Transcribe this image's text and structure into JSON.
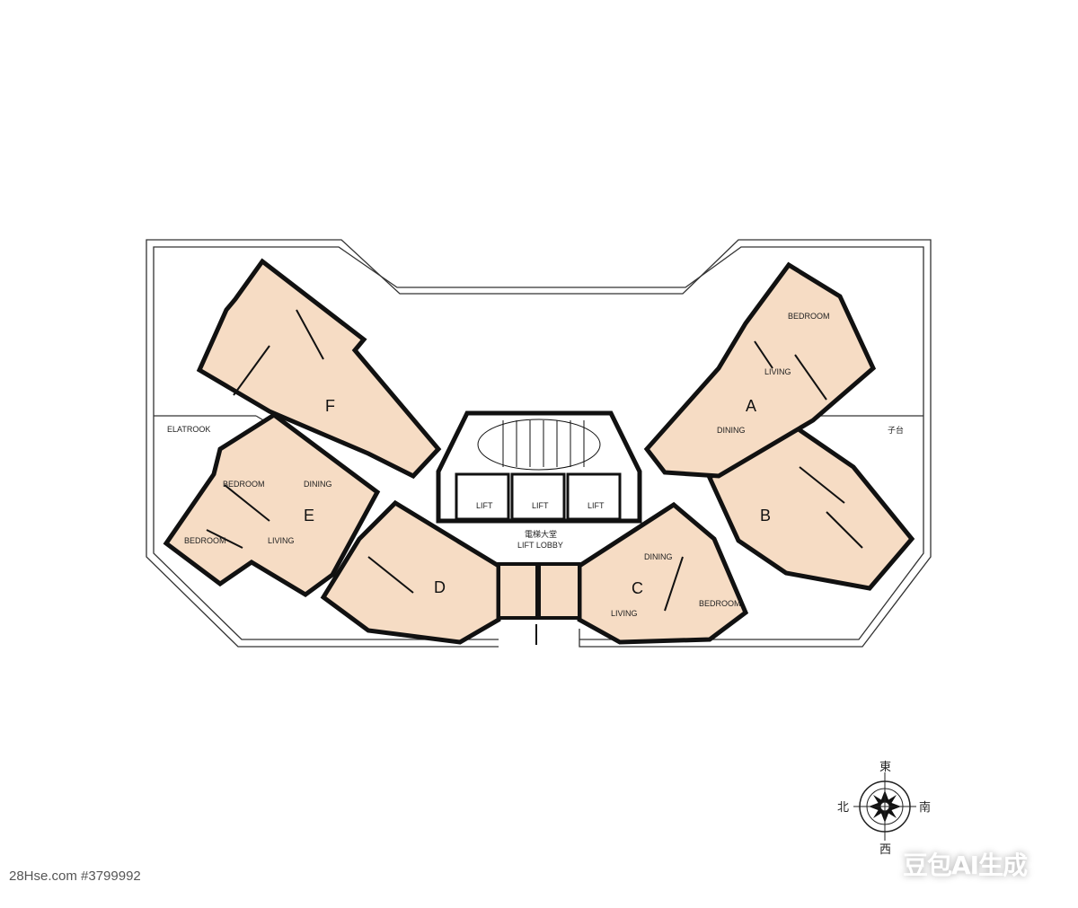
{
  "colors": {
    "unit_fill": "#f6dcc4",
    "wall": "#111111",
    "background": "#ffffff"
  },
  "units": {
    "A": {
      "letter": "A",
      "rooms": [
        "BEDROOM",
        "LIVING",
        "DINING"
      ]
    },
    "B": {
      "letter": "B"
    },
    "C": {
      "letter": "C",
      "rooms": [
        "DINING",
        "BEDROOM",
        "LIVING"
      ]
    },
    "D": {
      "letter": "D"
    },
    "E": {
      "letter": "E",
      "rooms": [
        "BEDROOM",
        "DINING",
        "BEDROOM",
        "LIVING"
      ]
    },
    "F": {
      "letter": "F"
    }
  },
  "flat_roof_left": "ELATROOK",
  "flat_roof_right": "子台",
  "core": {
    "lifts": [
      "LIFT",
      "LIFT",
      "LIFT"
    ],
    "lobby_cn": "電梯大堂",
    "lobby_en": "LIFT LOBBY"
  },
  "compass": {
    "north": "北",
    "south": "南",
    "east": "東",
    "west": "西"
  },
  "watermark_left": "28Hse.com #3799992",
  "watermark_right": "豆包AI生成"
}
